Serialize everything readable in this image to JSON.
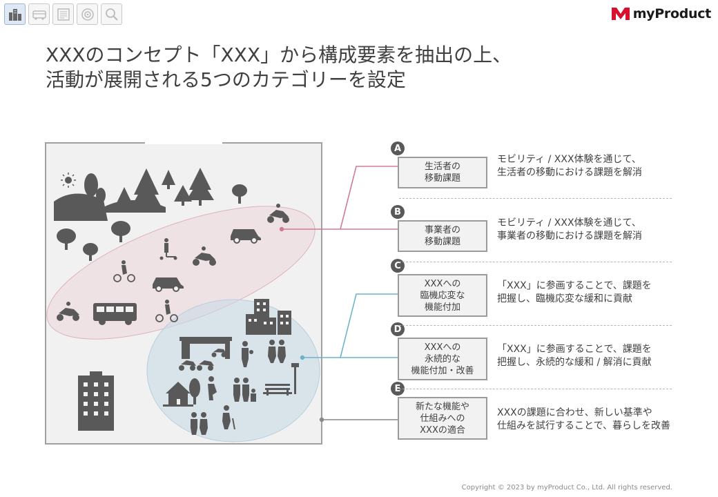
{
  "nav": {
    "items": [
      {
        "name": "city-icon",
        "active": true
      },
      {
        "name": "bus-icon",
        "active": false
      },
      {
        "name": "document-icon",
        "active": false
      },
      {
        "name": "target-icon",
        "active": false
      },
      {
        "name": "magnifier-icon",
        "active": false
      }
    ]
  },
  "logo": {
    "text": "myProduct",
    "mark_color": "#d7102d"
  },
  "title": {
    "line1": "XXXのコンセプト「XXX」から構成要素を抽出の上、",
    "line2": "活動が展開される5つのカテゴリーを設定"
  },
  "categories": [
    {
      "letter": "A",
      "label_lines": [
        "生活者の",
        "移動課題"
      ],
      "desc_lines": [
        "モビリティ / XXX体験を通じて、",
        "生活者の移動における課題を解消"
      ]
    },
    {
      "letter": "B",
      "label_lines": [
        "事業者の",
        "移動課題"
      ],
      "desc_lines": [
        "モビリティ / XXX体験を通じて、",
        "事業者の移動における課題を解消"
      ]
    },
    {
      "letter": "C",
      "label_lines": [
        "XXXへの",
        "臨機応変な",
        "機能付加"
      ],
      "desc_lines": [
        "「XXX」に参画することで、課題を",
        "把握し、臨機応変な緩和に貢献"
      ]
    },
    {
      "letter": "D",
      "label_lines": [
        "XXXへの",
        "永続的な",
        "機能付加・改善"
      ],
      "desc_lines": [
        "「XXX」に参画することで、課題を",
        "把握し、永続的な緩和 / 解消に貢献"
      ]
    },
    {
      "letter": "E",
      "label_lines": [
        "新たな機能や",
        "仕組みへの",
        "XXXの適合"
      ],
      "desc_lines": [
        "XXXの課題に合わせ、新しい基準や",
        "仕組みを試行することで、暮らしを改善"
      ]
    }
  ],
  "colors": {
    "pink_connector": "#d07a95",
    "blue_connector": "#6cb3c8",
    "gray_connector": "#888888",
    "icon_gray": "#595959"
  },
  "copyright": "Copyright © 2023 by myProduct Co., Ltd.  All rights reserved."
}
